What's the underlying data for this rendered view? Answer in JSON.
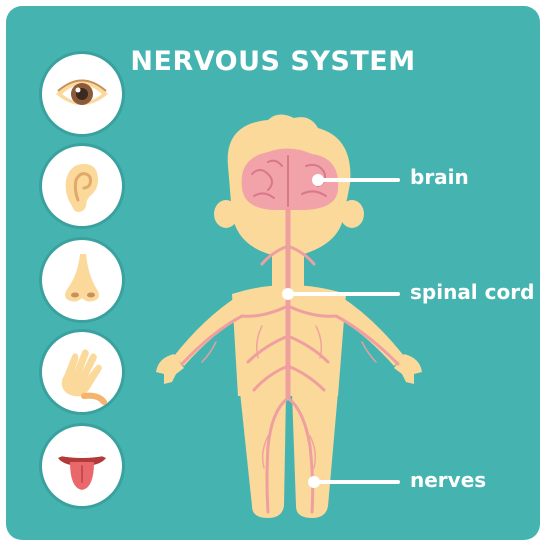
{
  "title": "NERVOUS SYSTEM",
  "colors": {
    "background": "#45b4b1",
    "skin": "#fbd99a",
    "brain": "#f2a3a9",
    "nerve": "#ef9fa0",
    "hair": "#fbd99a"
  },
  "senses": [
    {
      "name": "eye",
      "icon": "eye-icon"
    },
    {
      "name": "ear",
      "icon": "ear-icon"
    },
    {
      "name": "nose",
      "icon": "nose-icon"
    },
    {
      "name": "hand",
      "icon": "hand-icon"
    },
    {
      "name": "tongue",
      "icon": "tongue-icon"
    }
  ],
  "labels": {
    "brain": "brain",
    "spinal_cord": "spinal cord",
    "nerves": "nerves"
  }
}
